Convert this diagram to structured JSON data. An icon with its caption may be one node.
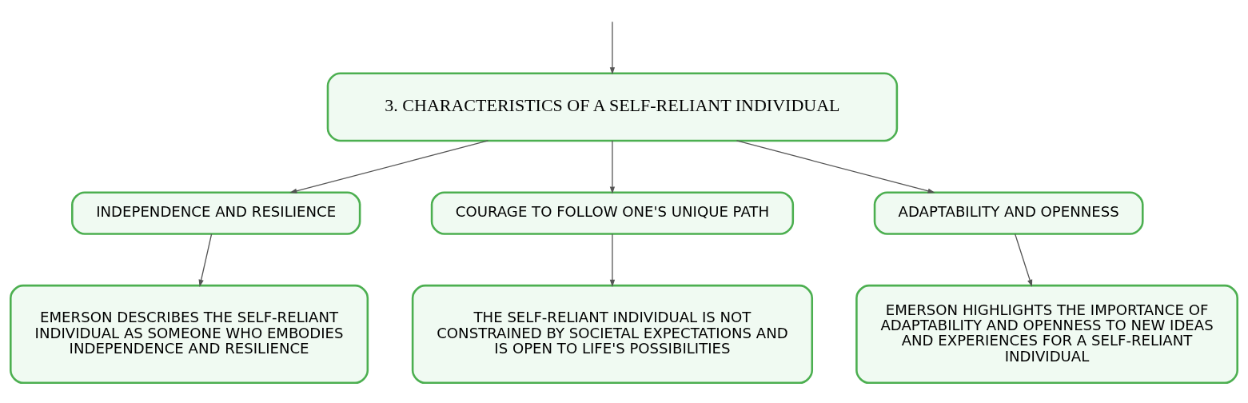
{
  "diagram": {
    "nodes": [
      {
        "text": [
          "3. CHARACTERISTICS OF A SELF-RELIANT INDIVIDUAL"
        ]
      },
      {
        "text": [
          "INDEPENDENCE AND RESILIENCE"
        ]
      },
      {
        "text": [
          "COURAGE TO FOLLOW ONE'S UNIQUE PATH"
        ]
      },
      {
        "text": [
          "ADAPTABILITY AND OPENNESS"
        ]
      },
      {
        "text": [
          "EMERSON DESCRIBES THE SELF-RELIANT INDIVIDUAL AS SOMEONE WHO EMBODIES INDEPENDENCE AND RESILIENCE"
        ]
      },
      {
        "text": [
          "THE SELF-RELIANT INDIVIDUAL IS NOT CONSTRAINED BY SOCIETAL EXPECTATIONS AND IS OPEN TO LIFE'S POSSIBILITIES"
        ]
      },
      {
        "text": [
          "EMERSON HIGHLIGHTS THE IMPORTANCE OF ADAPTABILITY AND OPENNESS TO NEW IDEAS AND EXPERIENCES FOR A SELF-RELIANT INDIVIDUAL"
        ]
      }
    ],
    "edges": [
      {
        "from": null,
        "to": 0,
        "arrow": "to"
      },
      {
        "from": 0,
        "to": 1,
        "arrow": "to"
      },
      {
        "from": 0,
        "to": 2,
        "arrow": "to"
      },
      {
        "from": 0,
        "to": 3,
        "arrow": "to"
      },
      {
        "from": 1,
        "to": 4,
        "arrow": "to"
      },
      {
        "from": 2,
        "to": 5,
        "arrow": "to"
      },
      {
        "from": 3,
        "to": 6,
        "arrow": "to"
      }
    ]
  }
}
